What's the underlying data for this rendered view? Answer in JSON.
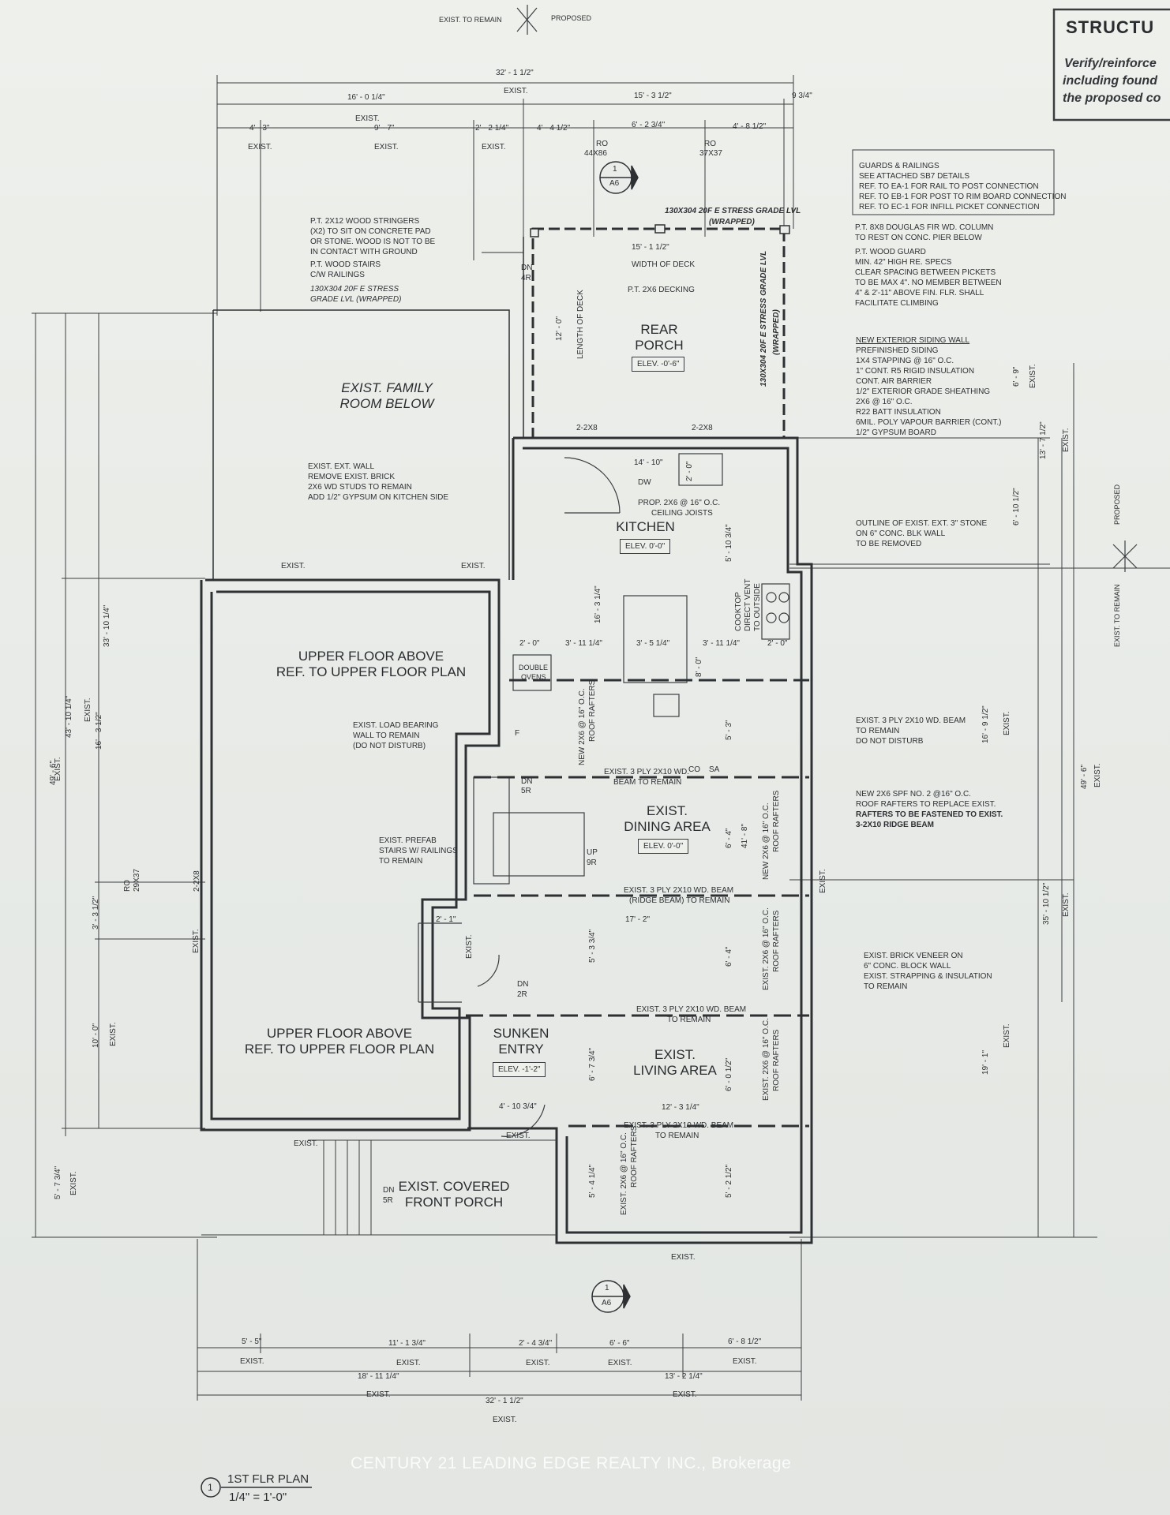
{
  "north_markers": {
    "exist_to_remain": "EXIST. TO REMAIN",
    "proposed": "PROPOSED"
  },
  "structural_note": {
    "title": "STRUCTU",
    "line1": "Verify/reinforce",
    "line2": "including found",
    "line3": "the proposed co"
  },
  "top_dims": {
    "overall": "32' - 1 1/2\"",
    "overall_exist": "EXIST.",
    "left_half": "16' - 0 1/4\"",
    "right_half": "15' - 3 1/2\"",
    "right_small": "9 3/4\"",
    "left_half_exist": "EXIST.",
    "d1": "4' - 3\"",
    "d1e": "EXIST.",
    "d2": "9' - 7\"",
    "d2e": "EXIST.",
    "d3": "2' - 2 1/4\"",
    "d3e": "EXIST.",
    "d4": "4' - 4 1/2\"",
    "d5": "6' - 2 3/4\"",
    "d6": "4' - 8 1/2\"",
    "ro1": "RO",
    "ro1b": "44X86",
    "ro2": "RO",
    "ro2b": "37X37"
  },
  "section_top": {
    "num": "1",
    "ref": "A6"
  },
  "section_bottom": {
    "num": "1",
    "ref": "A6"
  },
  "guards_note": {
    "l1": "GUARDS & RAILINGS",
    "l2": "SEE ATTACHED SB7 DETAILS",
    "l3": "REF. TO EA-1 FOR RAIL TO POST CONNECTION",
    "l4": "REF. TO EB-1 FOR POST TO RIM BOARD CONNECTION",
    "l5": "REF. TO EC-1 FOR INFILL PICKET CONNECTION"
  },
  "notes": {
    "lvl_top": "130X304 20f E STRESS GRADE LVL",
    "lvl_top2": "(WRAPPED)",
    "column": "P.T. 8X8 DOUGLAS FIR WD. COLUMN",
    "column2": "TO REST ON CONC. PIER BELOW",
    "guard": "P.T. WOOD GUARD",
    "guard2": "MIN. 42\" HIGH RE. SPECS",
    "guard3": "CLEAR SPACING BETWEEN PICKETS",
    "guard4": "TO BE MAX 4\". NO MEMBER BETWEEN",
    "guard5": "4\" & 2'-11\" ABOVE FIN. FLR. SHALL",
    "guard6": "FACILITATE CLIMBING",
    "stringers": "P.T. 2X12 WOOD STRINGERS",
    "stringers2": "(X2) TO SIT ON CONCRETE PAD",
    "stringers3": "OR STONE. WOOD IS NOT TO BE",
    "stringers4": "IN CONTACT WITH GROUND",
    "stairs": "P.T. WOOD STAIRS",
    "stairs2": "C/W RAILINGS",
    "lvl_left": "130X304 20f E STRESS",
    "lvl_left2": "GRADE LVL (WRAPPED)",
    "dn4r": "DN",
    "dn4r2": "4R",
    "width_deck": "WIDTH OF DECK",
    "deck_w": "15' - 1 1/2\"",
    "decking": "P.T. 2X6 DECKING",
    "length_deck": "LENGTH OF DECK",
    "deck_l": "12' - 0\"",
    "lvl_right": "130X304 20f E STRESS GRADE LVL",
    "lvl_right2": "(WRAPPED)",
    "siding_t": "NEW EXTERIOR SIDING WALL",
    "siding1": "PREFINISHED SIDING",
    "siding2": "1X4 STAPPING @ 16\" O.C.",
    "siding3": "1\" CONT. R5 RIGID INSULATION",
    "siding4": "CONT. AIR BARRIER",
    "siding5": "1/2\" EXTERIOR GRADE SHEATHING",
    "siding6": "2X6 @ 16\" O.C.",
    "siding7": "R22 BATT INSULATION",
    "siding8": "6mil. POLY VAPOUR BARRIER (CONT.)",
    "siding9": "1/2\" GYPSUM BOARD",
    "extwall1": "EXIST. EXT. WALL",
    "extwall2": "REMOVE EXIST. BRICK",
    "extwall3": "2X6 WD STUDS TO REMAIN",
    "extwall4": "ADD 1/2\" GYPSUM ON KITCHEN SIDE",
    "header1": "2-2X8",
    "header2": "2-2X8",
    "dim_1410": "14' - 10\"",
    "dw": "DW",
    "dim_20": "2' - 0\"",
    "joists": "PROP. 2X6 @ 16\" O.C.",
    "joists2": "CEILING JOISTS",
    "stone1": "OUTLINE OF EXIST. EXT. 3\" STONE",
    "stone2": "ON 6\" CONC. BLK WALL",
    "stone3": "TO BE REMOVED",
    "cooktop": "COOKTOP",
    "cooktop2": "DIRECT VENT",
    "cooktop3": "TO OUTSIDE",
    "dim_5103": "5' - 10 3/4\"",
    "dim_1631": "16' - 3 1/4\"",
    "k1": "2' - 0\"",
    "k2": "3' - 11 1/4\"",
    "k3": "3' - 5 1/4\"",
    "k4": "3' - 11 1/4\"",
    "k5": "2' - 0\"",
    "double_ovens": "DOUBLE",
    "double_ovens2": "OVENS",
    "dim_80": "8' - 0\"",
    "beam3ply1": "EXIST. 3 PLY 2X10 WD. BEAM",
    "beam3ply1b": "TO REMAIN",
    "beam3ply1c": "DO NOT DISTURB",
    "loadwall1": "EXIST. LOAD BEARING",
    "loadwall2": "WALL TO REMAIN",
    "loadwall3": "(DO NOT DISTURB)",
    "fridge": "F",
    "rafters_new": "NEW 2X6 @ 16\" O.C.",
    "rafters_new2": "ROOF RAFTERS",
    "dim_53": "5' - 3\"",
    "co": "CO",
    "sa": "SA",
    "beam_dining": "EXIST. 3 PLY 2X10 WD.",
    "beam_dining2": "BEAM TO REMAIN",
    "spf1": "NEW 2X6 SPF No. 2 @16\" O.C.",
    "spf2": "ROOF RAFTERS TO REPLACE EXIST.",
    "spf3": "RAFTERS TO BE FASTENED TO EXIST.",
    "spf4": "3-2X10 RIDGE BEAM",
    "dn5r": "DN",
    "dn5r2": "5R",
    "prefab1": "EXIST. PREFAB",
    "prefab2": "STAIRS W/ RAILINGS",
    "prefab3": "TO REMAIN",
    "up9r": "UP",
    "up9r2": "9R",
    "dim_64": "6' - 4\"",
    "dim_418": "41' - 8\"",
    "rafters_dining": "NEW 2X6 @ 16\" O.C.",
    "rafters_dining2": "ROOF RAFTERS",
    "ridge1": "EXIST. 3 PLY 2X10 WD. BEAM",
    "ridge2": "(RIDGE BEAM) TO REMAIN",
    "dim_21": "2' - 1\"",
    "dim_172": "17' - 2\"",
    "dim_5334": "5' - 3 3/4\"",
    "dim_64b": "6' - 4\"",
    "rafters_e1": "EXIST. 2X6 @ 16\" O.C.",
    "rafters_e1b": "ROOF RAFTERS",
    "veneer1": "EXIST.  BRICK VENEER ON",
    "veneer2": "6\" CONC. BLOCK WALL",
    "veneer3": "EXIST. STRAPPING & INSULATION",
    "veneer4": "TO REMAIN",
    "dn2r": "DN",
    "dn2r2": "2R",
    "beam_living": "EXIST. 3 PLY 2X10 WD. BEAM",
    "beam_living2": "TO REMAIN",
    "dim_6734": "6' - 7 3/4\"",
    "dim_6012": "6' - 0 1/2\"",
    "rafters_e2": "EXIST. 2X6 @ 16\" O.C.",
    "rafters_e2b": "ROOF RAFTERS",
    "dim_41034": "4' - 10 3/4\"",
    "dim_12314": "12' - 3 1/4\"",
    "beam_front": "EXIST. 3 PLY 2X10 WD. BEAM",
    "beam_front2": "TO REMAIN",
    "dim_5414": "5' - 4 1/4\"",
    "dim_5212": "5' - 2 1/2\"",
    "rafters_e3": "EXIST. 2X6 @ 16\" O.C.",
    "rafters_e3b": "ROOF RAFTERS",
    "dn5r_b": "DN",
    "dn5r_b2": "5R",
    "ro_left": "RO",
    "ro_left2": "29X37",
    "hdr_left": "2-2X8"
  },
  "exist_labels": {
    "e1": "EXIST.",
    "e2": "EXIST.",
    "e3": "EXIST.",
    "e4": "EXIST.",
    "e5": "EXIST.",
    "e6": "EXIST.",
    "e7": "EXIST.",
    "e8": "EXIST.",
    "e9": "EXIST.",
    "e10": "EXIST."
  },
  "rooms": {
    "rear_porch": "REAR",
    "rear_porch2": "PORCH",
    "rear_porch_elev": "ELEV. -0'-6\"",
    "family": "EXIST. FAMILY",
    "family2": "ROOM BELOW",
    "kitchen": "KITCHEN",
    "kitchen_elev": "ELEV. 0'-0\"",
    "upper1": "UPPER FLOOR ABOVE",
    "upper1b": "REF. TO UPPER FLOOR PLAN",
    "dining": "EXIST.",
    "dining2": "DINING AREA",
    "dining_elev": "ELEV. 0'-0\"",
    "upper2": "UPPER FLOOR ABOVE",
    "upper2b": "REF. TO UPPER FLOOR PLAN",
    "sunken": "SUNKEN",
    "sunken2": "ENTRY",
    "sunken_elev": "ELEV. -1'-2\"",
    "living": "EXIST.",
    "living2": "LIVING AREA",
    "porch": "EXIST. COVERED",
    "porch2": "FRONT PORCH"
  },
  "left_dims": {
    "l496": "49' - 6\"",
    "l4310": "43' - 10 1/4\"",
    "l3310": "33' - 10 1/4\"",
    "l1631": "16' - 3 1/2\"",
    "l331": "3' - 3 1/2\"",
    "l100": "10' - 0\"",
    "l573": "5' - 7 3/4\"",
    "le1": "EXIST.",
    "le2": "EXIST.",
    "le3": "EXIST.",
    "le4": "EXIST.",
    "le5": "EXIST."
  },
  "right_dims": {
    "r69": "6' - 9\"",
    "r1371": "13' - 7 1/2\"",
    "r6101": "6' - 10 1/2\"",
    "r1691": "16' - 9 1/2\"",
    "r496": "49' - 6\"",
    "r35101": "35' - 10 1/2\"",
    "r191": "19' - 1\"",
    "re1": "EXIST.",
    "re2": "EXIST.",
    "re3": "EXIST.",
    "re4": "EXIST.",
    "re5": "EXIST.",
    "re6": "EXIST.",
    "exist_to_remain": "EXIST. TO REMAIN",
    "proposed": "PROPOSED"
  },
  "bottom_dims": {
    "b1": "5' - 5\"",
    "b2": "11' - 1 3/4\"",
    "b3": "2' - 4 3/4\"",
    "b4": "6' - 6\"",
    "b5": "6' - 8 1/2\"",
    "b1e": "EXIST.",
    "b2e": "EXIST.",
    "b3e": "EXIST.",
    "b4e": "EXIST.",
    "b5e": "EXIST.",
    "half_l": "18' - 11 1/4\"",
    "half_r": "13' - 2 1/4\"",
    "half_le": "EXIST.",
    "half_re": "EXIST.",
    "overall": "32' - 1 1/2\"",
    "overall_e": "EXIST.",
    "front_e": "EXIST."
  },
  "title_block": {
    "num": "1",
    "name": "1ST FLR PLAN",
    "scale": "1/4\" = 1'-0\""
  },
  "watermark": "CENTURY 21 LEADING EDGE REALTY INC., Brokerage"
}
